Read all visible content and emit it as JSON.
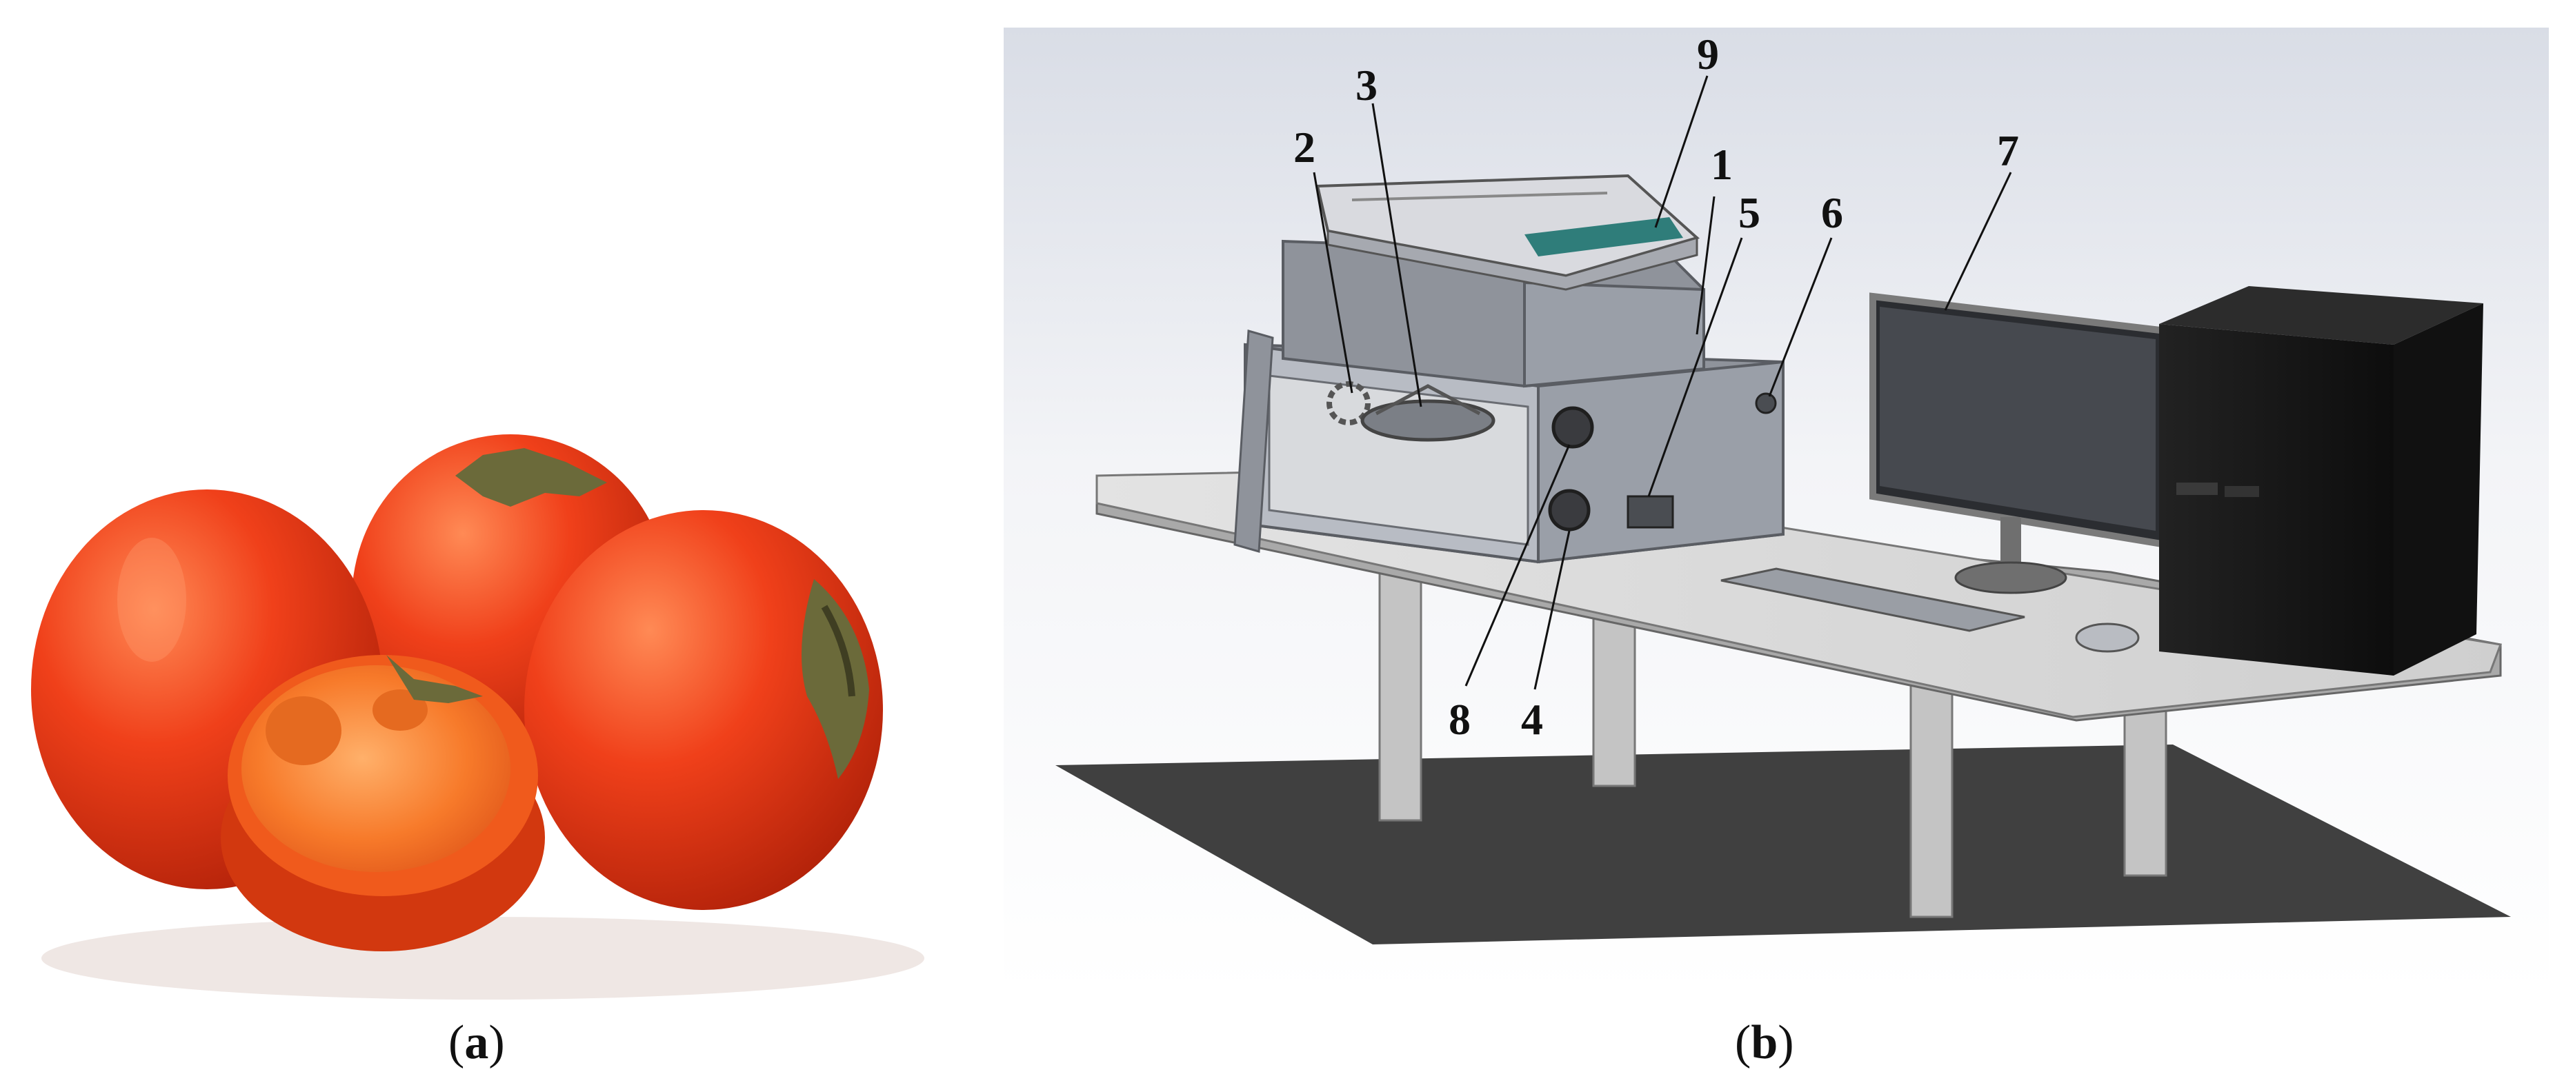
{
  "panels": [
    {
      "id": "a",
      "caption_open": "(",
      "caption_letter": "a",
      "caption_close": ")"
    },
    {
      "id": "b",
      "caption_open": "(",
      "caption_letter": "b",
      "caption_close": ")"
    }
  ],
  "callouts": [
    {
      "label": "1"
    },
    {
      "label": "2"
    },
    {
      "label": "3"
    },
    {
      "label": "4"
    },
    {
      "label": "5"
    },
    {
      "label": "6"
    },
    {
      "label": "7"
    },
    {
      "label": "8"
    },
    {
      "label": "9"
    }
  ],
  "colors": {
    "persimmon_main": "#f0401a",
    "persimmon_dark": "#c22a0a",
    "persimmon_flesh": "#f77a2a",
    "calyx": "#6b6a3a",
    "equipment_gray": "#8f939b",
    "monitor_black": "#1a1a1a",
    "table_top": "#dcdcdc"
  }
}
